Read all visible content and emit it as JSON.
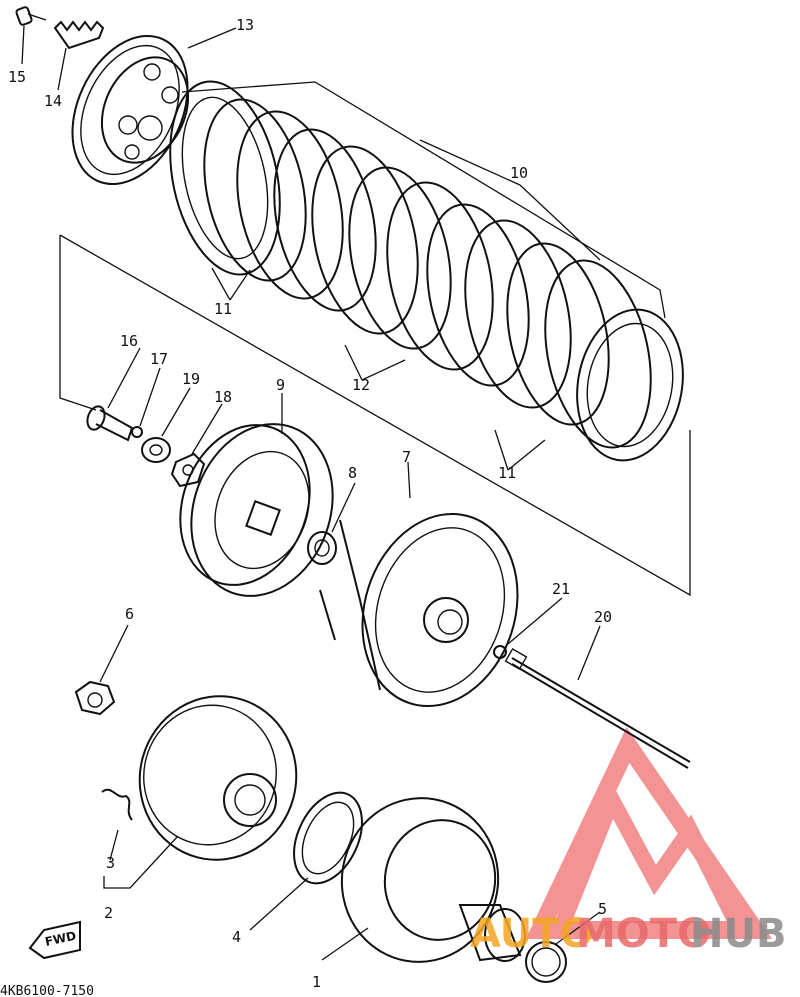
{
  "diagram": {
    "callouts": [
      "1",
      "2",
      "3",
      "4",
      "5",
      "6",
      "7",
      "8",
      "9",
      "10",
      "11",
      "11",
      "11",
      "12",
      "13",
      "14",
      "15",
      "16",
      "17",
      "18",
      "19",
      "20",
      "21"
    ],
    "fwd_label": "FWD",
    "part_code": "4KB6100-7150"
  },
  "watermark": {
    "word_1": "AUTO",
    "word_2": "MOTO",
    "word_3": "HUB",
    "colors": {
      "auto": "#f5a623",
      "moto": "#e96b6b",
      "hub": "#8a8a8a",
      "logo": "#ef7070"
    }
  }
}
